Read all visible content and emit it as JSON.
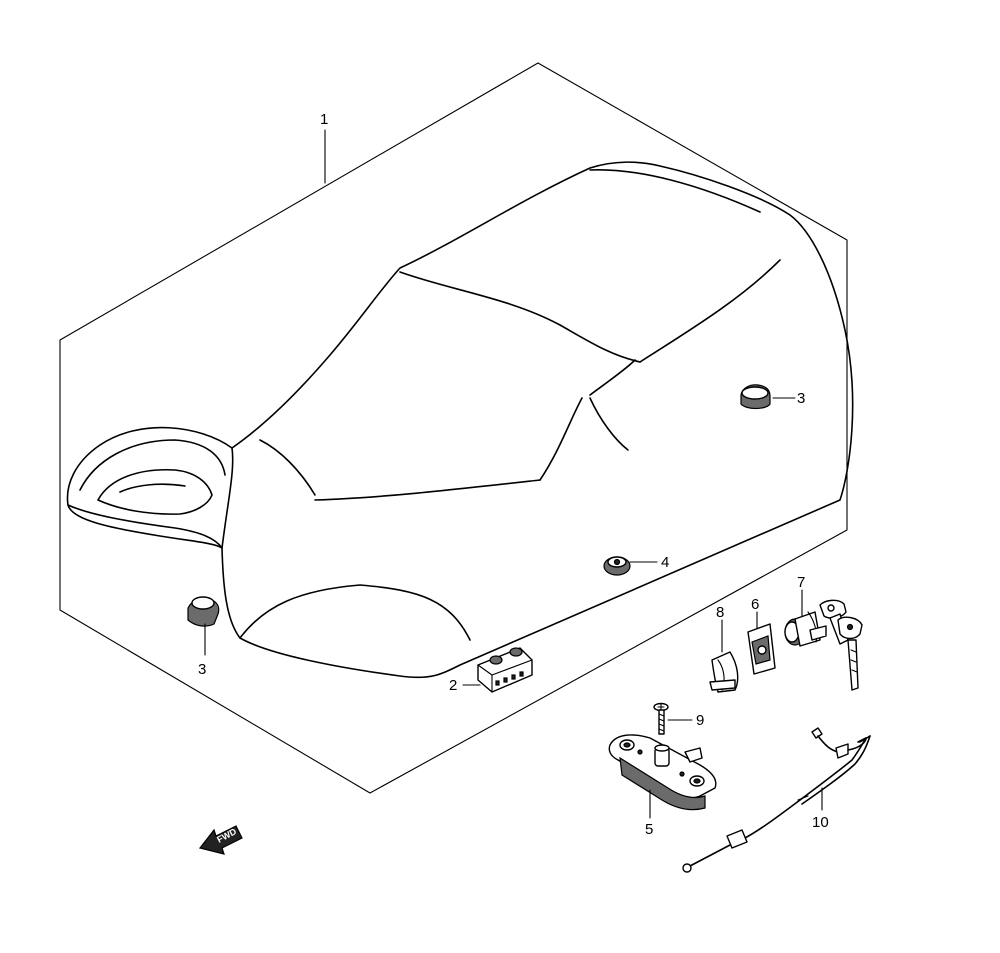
{
  "callouts": {
    "seat": "1",
    "cushion_front": "2",
    "cushion_right": "3",
    "cushion_left": "3",
    "nut": "4",
    "bracket": "5",
    "holder": "6",
    "lock_set": "7",
    "clip": "8",
    "screw": "9",
    "cable": "10"
  },
  "fwd_marker": "FWD"
}
